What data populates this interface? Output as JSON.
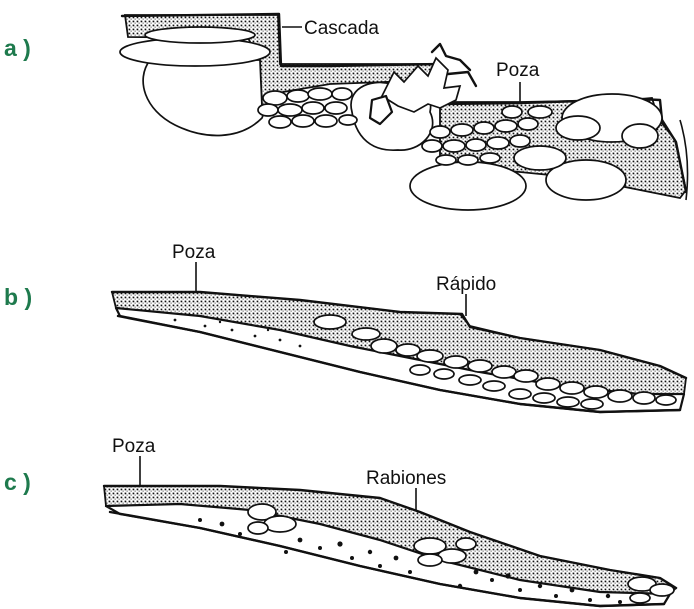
{
  "colors": {
    "panel_letter": "#1e7a4d",
    "ink": "#111111",
    "water_stipple": "#111111",
    "background": "#ffffff"
  },
  "panels": [
    {
      "letter": "a )",
      "labels": {
        "cascada": "Cascada",
        "poza": "Poza"
      }
    },
    {
      "letter": "b )",
      "labels": {
        "poza": "Poza",
        "rapido": "Rápido"
      }
    },
    {
      "letter": "c )",
      "labels": {
        "poza": "Poza",
        "rabiones": "Rabiones"
      }
    }
  ]
}
